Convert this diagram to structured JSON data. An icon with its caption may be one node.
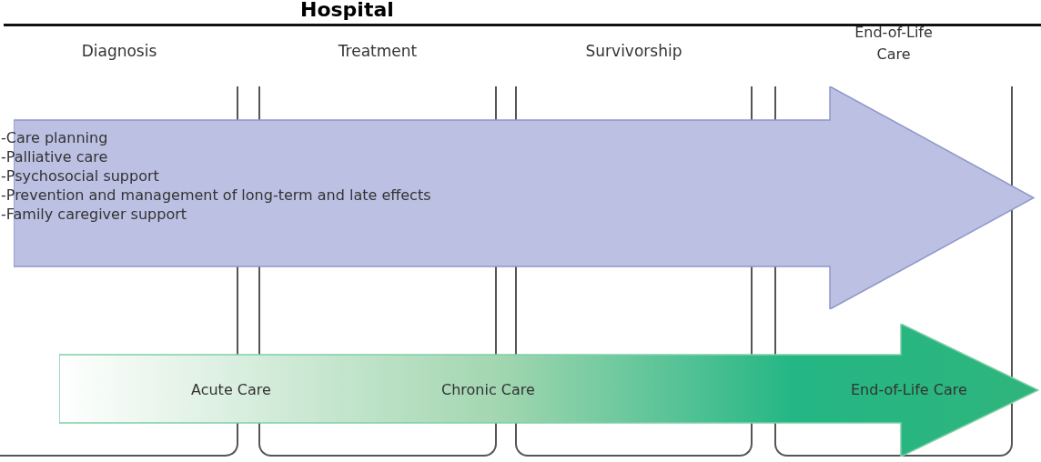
{
  "diagram": {
    "title": "Hospital",
    "nodes": [
      {
        "text": [
          "Diagnosis"
        ]
      },
      {
        "text": [
          "Treatment"
        ]
      },
      {
        "text": [
          "Survivorship"
        ]
      },
      {
        "text": [
          "End-of-Life Care"
        ]
      },
      {
        "text": [
          "-Care planning",
          "-Palliative care",
          "-Psychosocial support",
          "-Prevention and management of long-term and late effects",
          "-Family caregiver support"
        ]
      },
      {
        "text": [
          "Acute Care",
          "Chronic Care",
          "End-of-Life Care"
        ]
      }
    ]
  }
}
